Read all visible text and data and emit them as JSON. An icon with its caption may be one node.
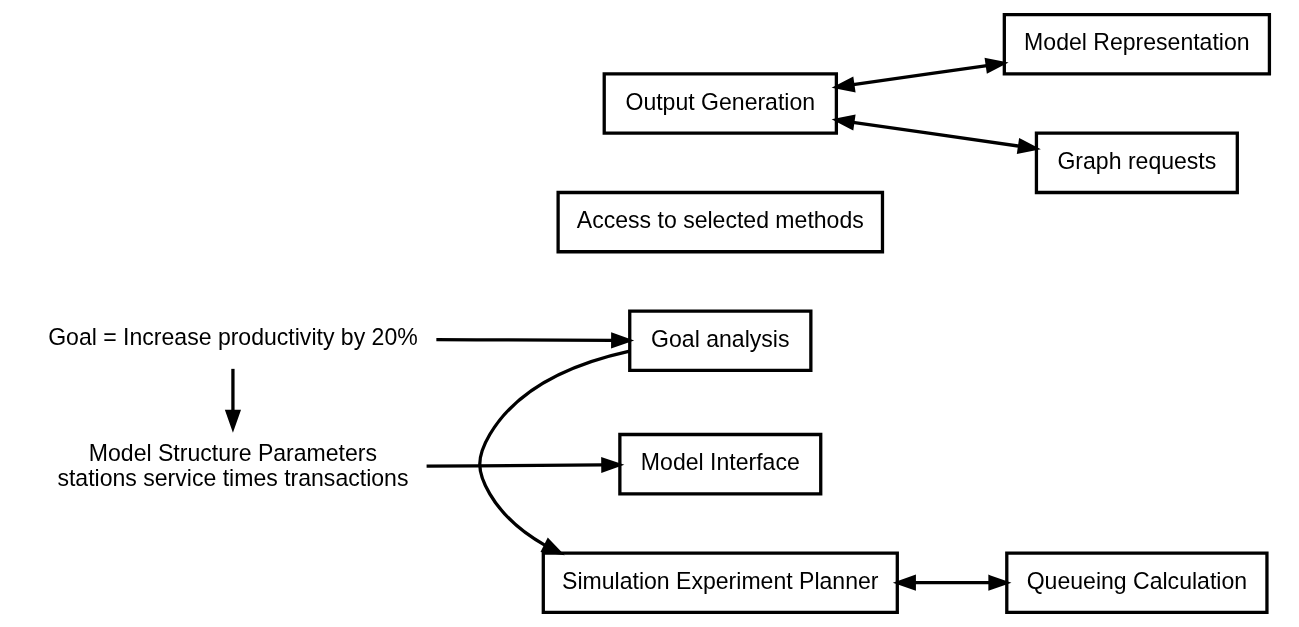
{
  "diagram": {
    "nodes": [
      {
        "text": [
          "Model Structure Parameters",
          "stations service times transactions"
        ]
      },
      {
        "text": [
          "Model Interface"
        ]
      },
      {
        "text": [
          "Access to selected methods"
        ]
      },
      {
        "text": [
          "Graph requests"
        ]
      },
      {
        "text": [
          "Model Representation"
        ]
      },
      {
        "text": [
          "Simulation Experiment Planner"
        ]
      },
      {
        "text": [
          "Queueing Calculation"
        ]
      },
      {
        "text": [
          "Output Generation"
        ]
      },
      {
        "text": [
          "Goal = Increase productivity by 20%"
        ]
      },
      {
        "text": [
          "Goal analysis"
        ]
      }
    ],
    "edges": [
      {
        "from": 0,
        "to": 1,
        "arrow": "to"
      },
      {
        "from": 4,
        "to": 7,
        "arrow": "both"
      },
      {
        "from": 6,
        "to": 5,
        "arrow": "both"
      },
      {
        "from": 7,
        "to": 3,
        "arrow": "both"
      },
      {
        "from": 8,
        "to": 0,
        "arrow": "to"
      },
      {
        "from": 8,
        "to": 9,
        "arrow": "to"
      },
      {
        "from": 9,
        "to": 5,
        "arrow": "to"
      }
    ]
  }
}
